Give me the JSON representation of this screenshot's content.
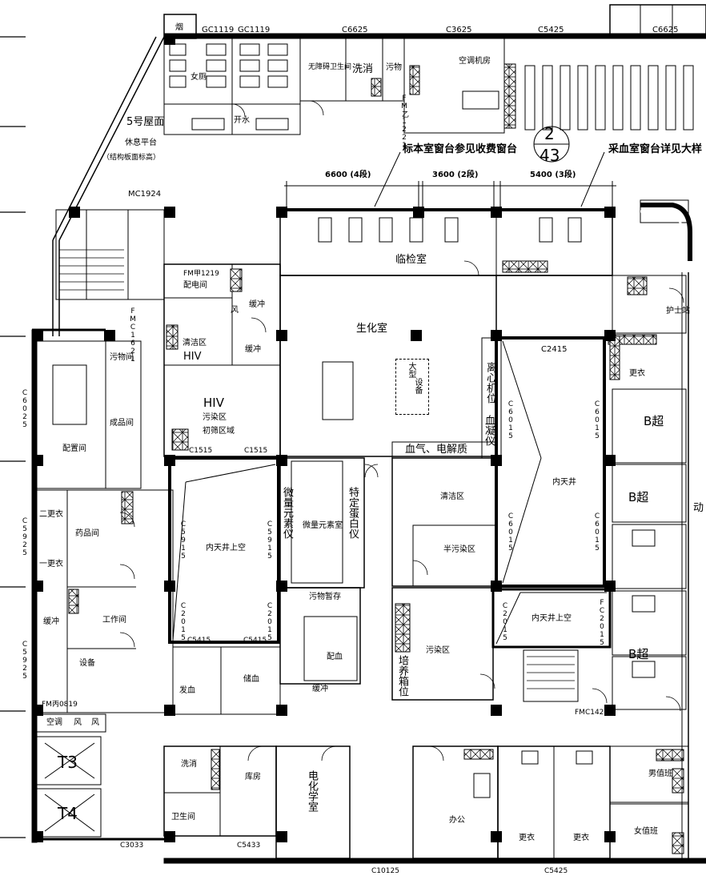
{
  "top_codes": {
    "c1": "GC1119",
    "c2": "GC1119",
    "c3": "C6625",
    "c4": "C3625",
    "c5": "C5425",
    "c6": "C6625"
  },
  "notes": {
    "specimen": "标本室窗台参见收费窗台",
    "blood": "采血室窗台详见大样",
    "detail_num": "2",
    "detail_sheet": "43"
  },
  "dims": {
    "d1": "6600 (4段)",
    "d2": "3600 (2段)",
    "d3": "5400 (3段)"
  },
  "left_codes": {
    "l1": "C6025",
    "l2": "C5925",
    "l3": "C5925"
  },
  "rooms": {
    "yan": "烟",
    "women_wc": "女厕",
    "boiled_water": "开水",
    "barrier_free": "无障碍卫生间",
    "wash_top": "洗消",
    "dirt_top": "污物",
    "ac_room": "空调机房",
    "fm": "FM乙1221",
    "roof5": "5号屋面",
    "rest1": "休息平台",
    "rest2": "（结构板面标高）",
    "mc1924": "MC1924",
    "clinic": "临检室",
    "fm1219": "FM甲1219",
    "elec": "配电间",
    "feng": "风",
    "buffer1": "缓冲",
    "buffer2": "缓冲",
    "biochem": "生化室",
    "clean1": "清洁区",
    "hiv1": "HIV",
    "hiv2": "HIV",
    "dirt_init": "污染区",
    "init_screen": "初筛区域",
    "c1515a": "C1515",
    "c1515b": "C1515",
    "fmc1621": "FMC1621",
    "dirtbox": "污物间",
    "finished": "成品间",
    "config": "配置间",
    "large1": "大型",
    "large2": "设备",
    "centri": "离心机位",
    "c2415": "C2415",
    "coag": "血凝仪",
    "blood_gas": "血气、电解质",
    "nurse": "护士站",
    "change_r": "更衣",
    "b_ultra1": "B超",
    "b_ultra2": "B超",
    "b_ultra3": "B超",
    "dong": "动",
    "courtyard_r": "内天井",
    "c6015a": "C6015",
    "c6015b": "C6015",
    "c6015c": "C6015",
    "c6015d": "C6015",
    "change2": "二更衣",
    "change1": "一更衣",
    "drugs": "药品间",
    "courtyard_l": "内天井上空",
    "c5915a": "C5915",
    "c5915b": "C5915",
    "trace": "微量元素仪",
    "trace_room": "微量元素室",
    "protein": "特定蛋白仪",
    "clean2": "清洁区",
    "semi": "半污染区",
    "workroom": "工作间",
    "buffer3": "缓冲",
    "c2015a": "C2015",
    "c2015b": "C2015",
    "c2015c": "C2015",
    "fc2015": "FC2015",
    "temp_store": "污物暂存",
    "courtyard_r2": "内天井上空",
    "equip": "设备",
    "c5415a": "C5415",
    "c5415b": "C5415",
    "dirt_zone": "污染区",
    "incub": "培养箱位",
    "match_blood": "配血",
    "send_blood": "发血",
    "store_blood": "储血",
    "buffer4": "缓冲",
    "fm0819": "FM丙0819",
    "fmc1421": "FMC1421",
    "ac": "空调",
    "feng2": "风",
    "feng3": "风",
    "t3": "T3",
    "t4": "T4",
    "wash2": "洗消",
    "storage": "库房",
    "electro": "电化学室",
    "toilet": "卫生间",
    "office": "办公",
    "male_wc": "男值班",
    "female_wc": "女值班",
    "change3": "更衣",
    "change4": "更衣",
    "c3033": "C3033",
    "c5433": "C5433",
    "c10125": "C10125",
    "c5425b": "C5425"
  }
}
